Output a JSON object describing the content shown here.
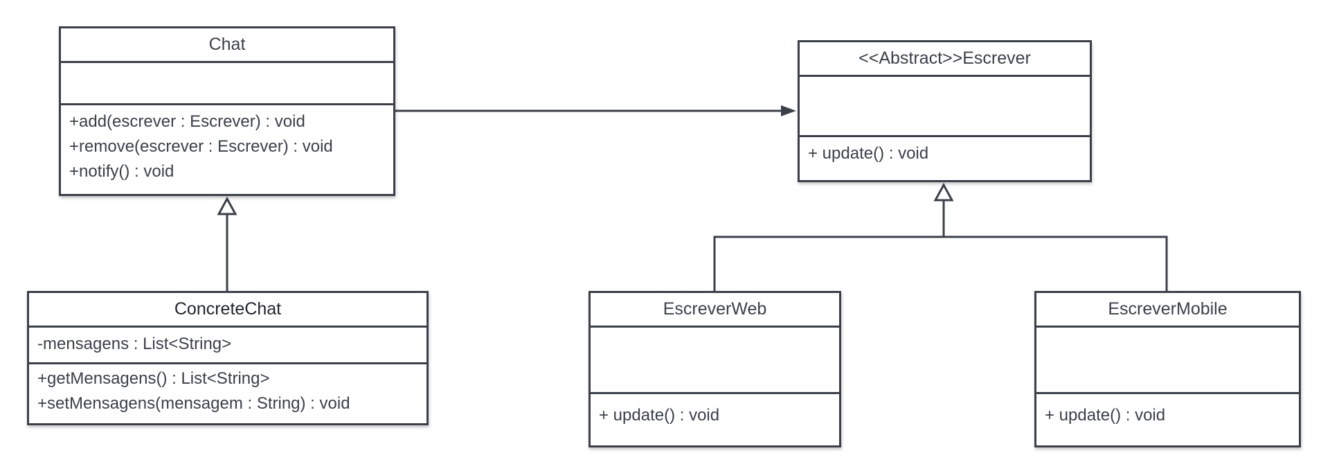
{
  "classes": {
    "chat": {
      "name": "Chat",
      "attributes": [],
      "methods": [
        "+add(escrever : Escrever) : void",
        "+remove(escrever : Escrever) : void",
        "+notify() : void"
      ]
    },
    "concrete_chat": {
      "name": "ConcreteChat",
      "attributes": [
        "-mensagens : List<String>"
      ],
      "methods": [
        "+getMensagens() : List<String>",
        "+setMensagens(mensagem : String) : void"
      ]
    },
    "escrever": {
      "name": "<<Abstract>>Escrever",
      "attributes": [],
      "methods": [
        "+ update() : void"
      ]
    },
    "escrever_web": {
      "name": "EscreverWeb",
      "attributes": [],
      "methods": [
        "+ update() : void"
      ]
    },
    "escrever_mobile": {
      "name": "EscreverMobile",
      "attributes": [],
      "methods": [
        "+ update() : void"
      ]
    }
  },
  "relations": [
    {
      "from": "chat",
      "to": "escrever",
      "kind": "association"
    },
    {
      "from": "concrete_chat",
      "to": "chat",
      "kind": "generalization"
    },
    {
      "from": "escrever_web",
      "to": "escrever",
      "kind": "generalization"
    },
    {
      "from": "escrever_mobile",
      "to": "escrever",
      "kind": "generalization"
    }
  ],
  "colors": {
    "stroke": "#3a3f4a",
    "fill": "#ffffff"
  }
}
